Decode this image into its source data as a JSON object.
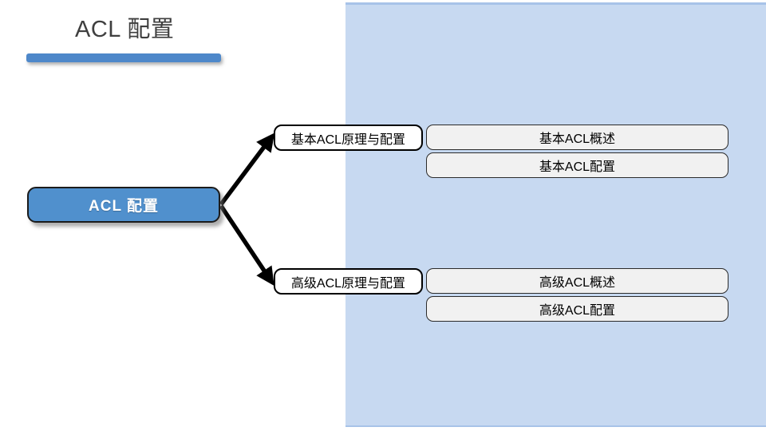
{
  "slide": {
    "title": "ACL 配置",
    "accent_color": "#4e88ca",
    "panel_color": "#c7d9f1",
    "title_color": "#3f3f3f"
  },
  "diagram": {
    "root": {
      "label": "ACL 配置",
      "fill_color": "#5090cd",
      "text_color": "#ffffff"
    },
    "branches": [
      {
        "label": "基本ACL原理与配置",
        "leaves": [
          {
            "label": "基本ACL概述"
          },
          {
            "label": "基本ACL配置"
          }
        ]
      },
      {
        "label": "高级ACL原理与配置",
        "leaves": [
          {
            "label": "高级ACL概述"
          },
          {
            "label": "高级ACL配置"
          }
        ]
      }
    ]
  }
}
